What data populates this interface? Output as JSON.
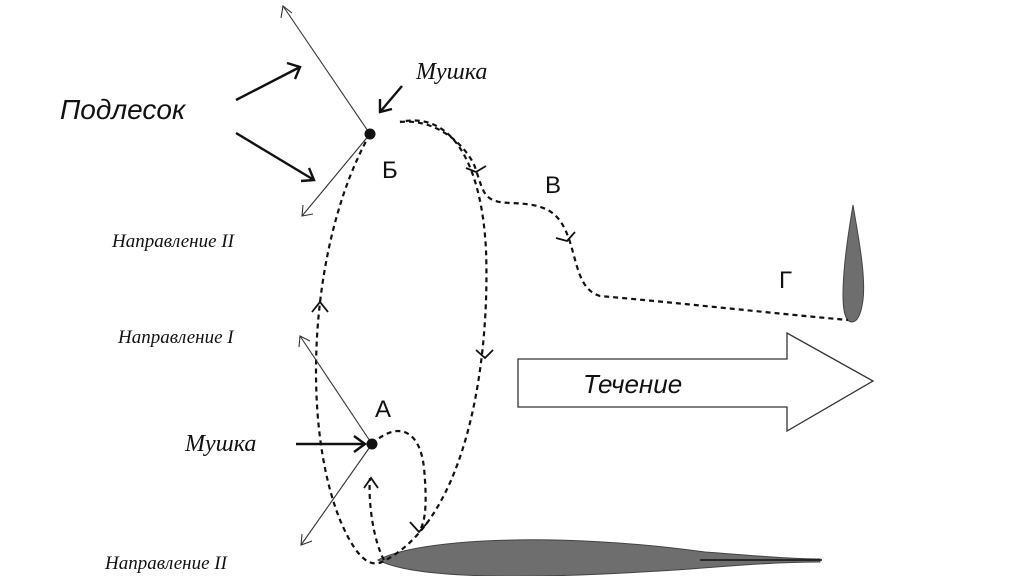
{
  "labels": {
    "undergrowth": "Подлесок",
    "fly_top": "Мушка",
    "fly_bottom": "Мушка",
    "direction_ii_top": "Направление II",
    "direction_i": "Направление I",
    "direction_ii_bottom": "Направление II",
    "point_a": "А",
    "point_b": "Б",
    "point_v": "В",
    "point_g": "Г",
    "current": "Течение"
  },
  "colors": {
    "ink": "#111111",
    "thin_line": "#333333",
    "fish_fill": "#6e6e6e",
    "current_arrow_fill": "#ffffff"
  }
}
